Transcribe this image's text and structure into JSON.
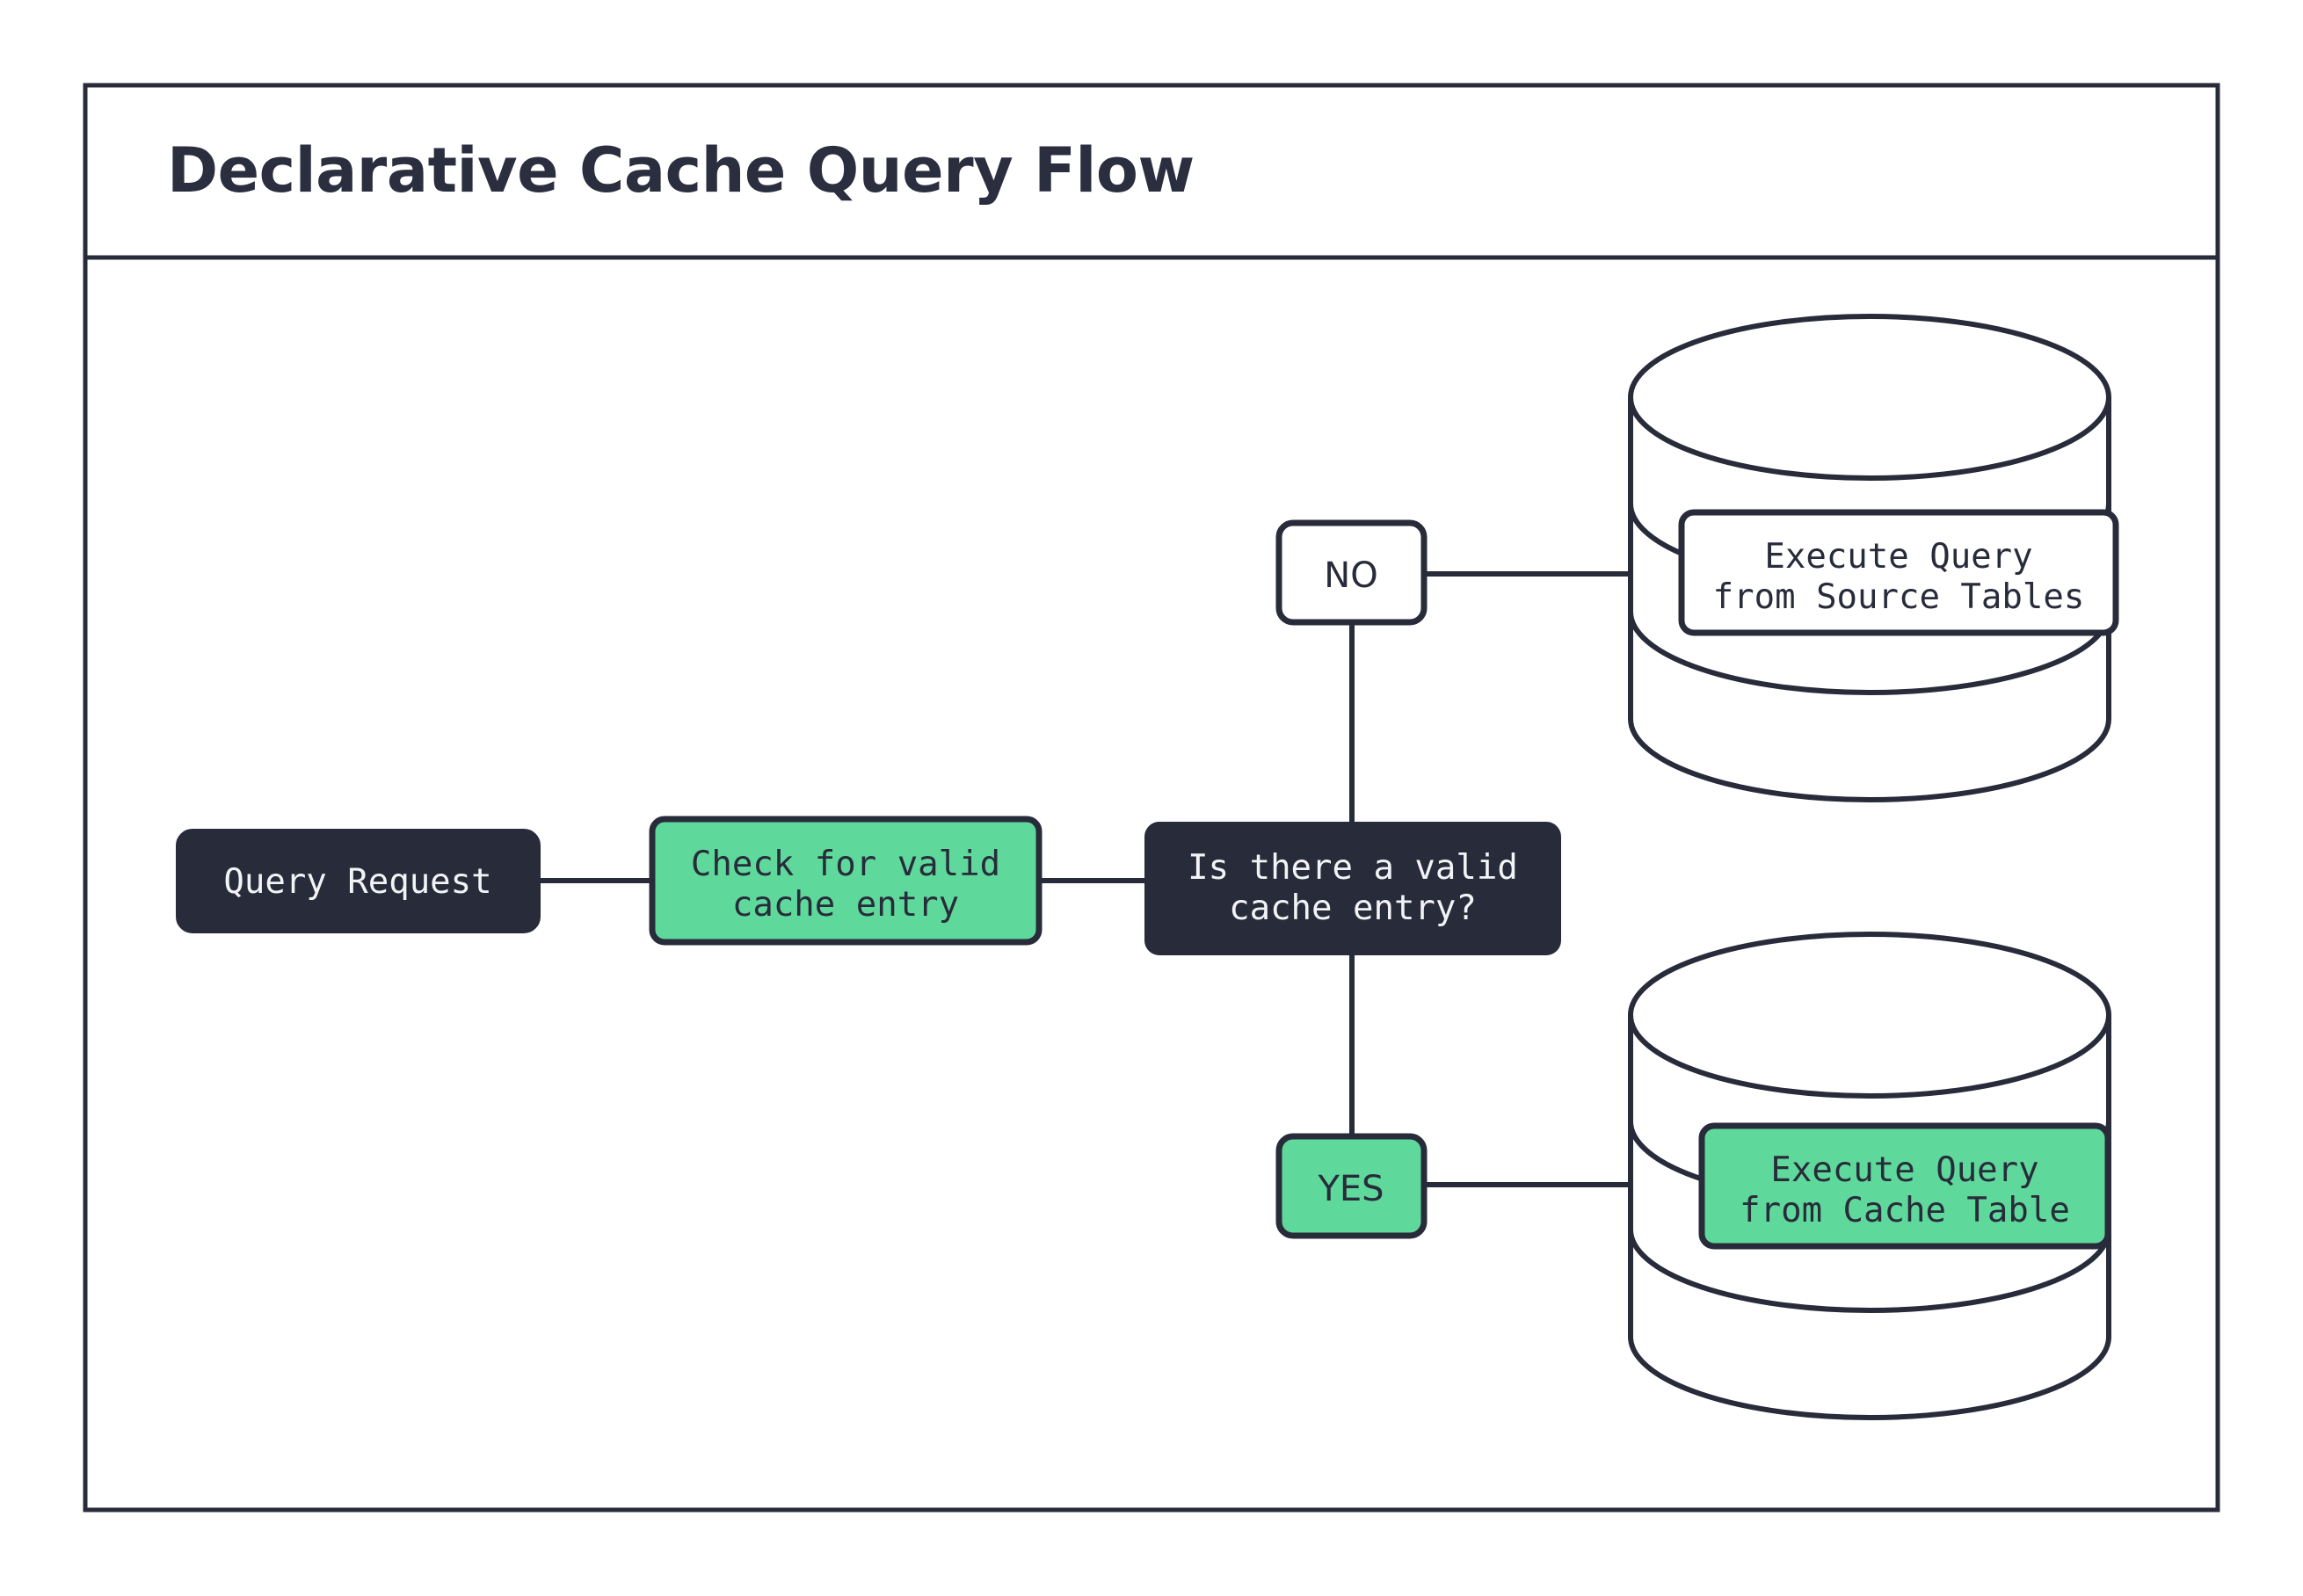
{
  "page": {
    "title": "Declarative Cache Query Flow",
    "background": "#ffffff"
  },
  "colors": {
    "ink": "#282c3a",
    "accent_green": "#5fd89b",
    "node_dark_fill": "#282c3a",
    "node_light_fill": "#ffffff",
    "text_on_dark": "#f2f3f6"
  },
  "diagram": {
    "type": "flowchart",
    "nodes": [
      {
        "id": "query-request",
        "label": "Query Request",
        "style": "dark",
        "shape": "rounded-rect"
      },
      {
        "id": "check-cache",
        "label_line1": "Check for valid",
        "label_line2": "cache entry",
        "style": "green",
        "shape": "rounded-rect"
      },
      {
        "id": "decision-valid-cache",
        "label_line1": "Is there a valid",
        "label_line2": "cache entry?",
        "style": "dark",
        "shape": "rounded-rect"
      },
      {
        "id": "branch-no",
        "label": "NO",
        "style": "white",
        "shape": "rounded-rect"
      },
      {
        "id": "branch-yes",
        "label": "YES",
        "style": "green",
        "shape": "rounded-rect"
      },
      {
        "id": "source-tables-db",
        "label_line1": "Execute Query",
        "label_line2": "from Source Tables",
        "style": "white",
        "shape": "database-cylinder"
      },
      {
        "id": "cache-table-db",
        "label_line1": "Execute Query",
        "label_line2": "from Cache Table",
        "style": "green",
        "shape": "database-cylinder"
      }
    ],
    "edges": [
      {
        "from": "query-request",
        "to": "check-cache",
        "label": ""
      },
      {
        "from": "check-cache",
        "to": "decision-valid-cache",
        "label": ""
      },
      {
        "from": "decision-valid-cache",
        "to": "branch-no",
        "label": "NO"
      },
      {
        "from": "decision-valid-cache",
        "to": "branch-yes",
        "label": "YES"
      },
      {
        "from": "branch-no",
        "to": "source-tables-db",
        "label": ""
      },
      {
        "from": "branch-yes",
        "to": "cache-table-db",
        "label": ""
      }
    ]
  }
}
